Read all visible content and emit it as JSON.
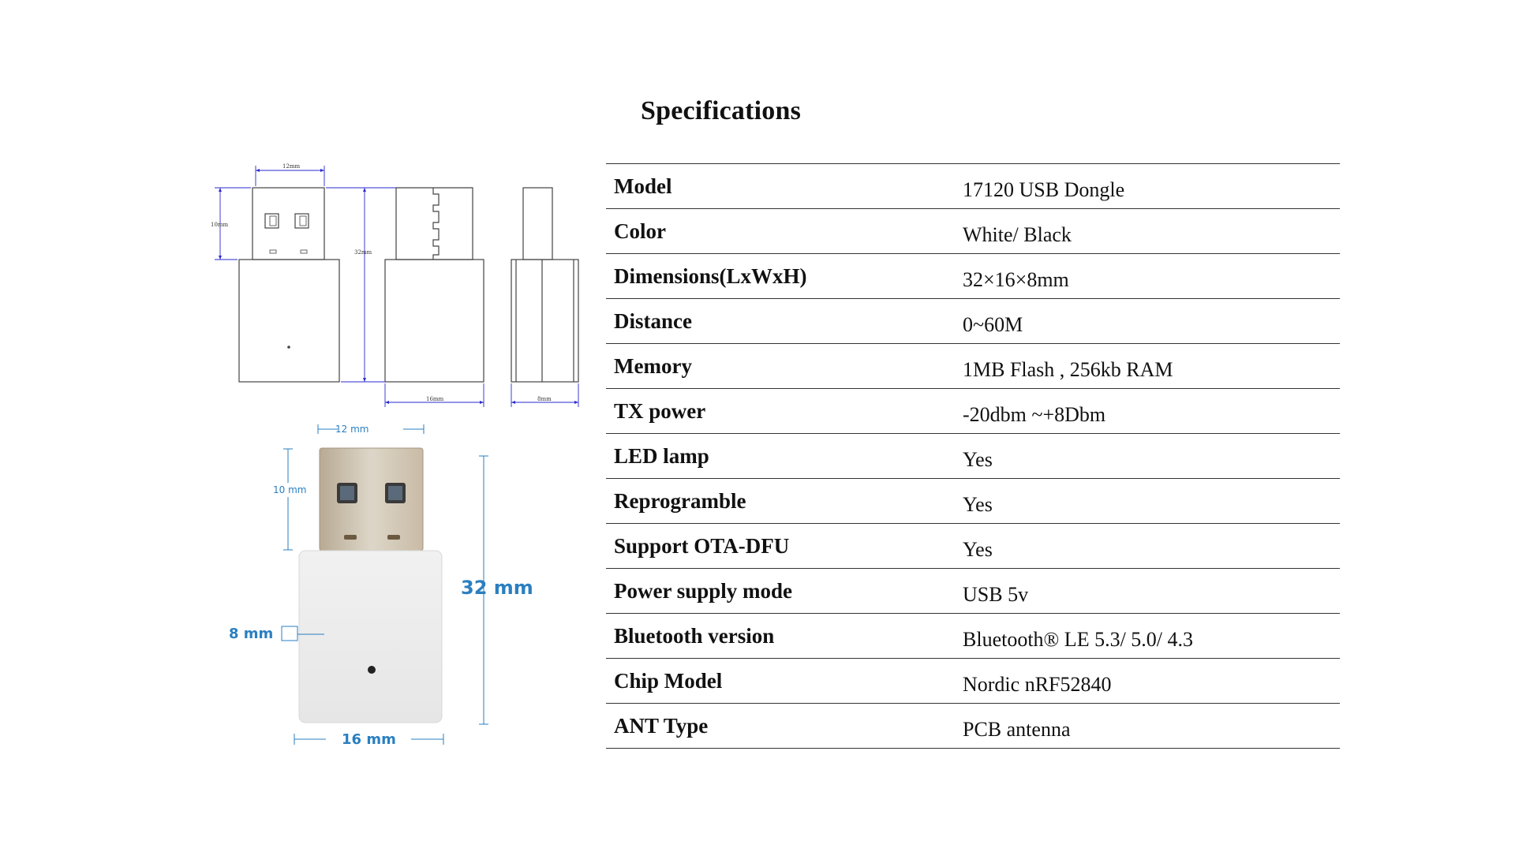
{
  "title": "Specifications",
  "specs": [
    {
      "label": "Model",
      "value": "17120 USB Dongle"
    },
    {
      "label": "Color",
      "value": "White/ Black"
    },
    {
      "label": "Dimensions(LxWxH)",
      "value": "32×16×8mm"
    },
    {
      "label": "Distance",
      "value": "0~60M"
    },
    {
      "label": "Memory",
      "value": "1MB Flash , 256kb RAM"
    },
    {
      "label": "TX power",
      "value": "-20dbm ~+8Dbm"
    },
    {
      "label": "LED lamp",
      "value": "Yes"
    },
    {
      "label": "Reprogramble",
      "value": "Yes"
    },
    {
      "label": "Support OTA-DFU",
      "value": "Yes"
    },
    {
      "label": "Power supply mode",
      "value": "USB 5v"
    },
    {
      "label": "Bluetooth version",
      "value": "Bluetooth® LE 5.3/ 5.0/ 4.3"
    },
    {
      "label": "Chip Model",
      "value": "Nordic nRF52840"
    },
    {
      "label": "ANT Type",
      "value": "PCB antenna"
    }
  ],
  "drawing": {
    "dim_width_connector": "12mm",
    "dim_height_connector": "10mm",
    "dim_length": "32mm",
    "dim_width_body": "16mm",
    "dim_thickness": "8mm"
  },
  "photo": {
    "dim_width_connector": "12 mm",
    "dim_height_connector": "10 mm",
    "dim_length": "32 mm",
    "dim_thickness": "8 mm",
    "dim_width_body": "16 mm"
  },
  "colors": {
    "dimension_line_blue": "#2a2ad0",
    "photo_dimension_blue": "#2a7fc0"
  }
}
